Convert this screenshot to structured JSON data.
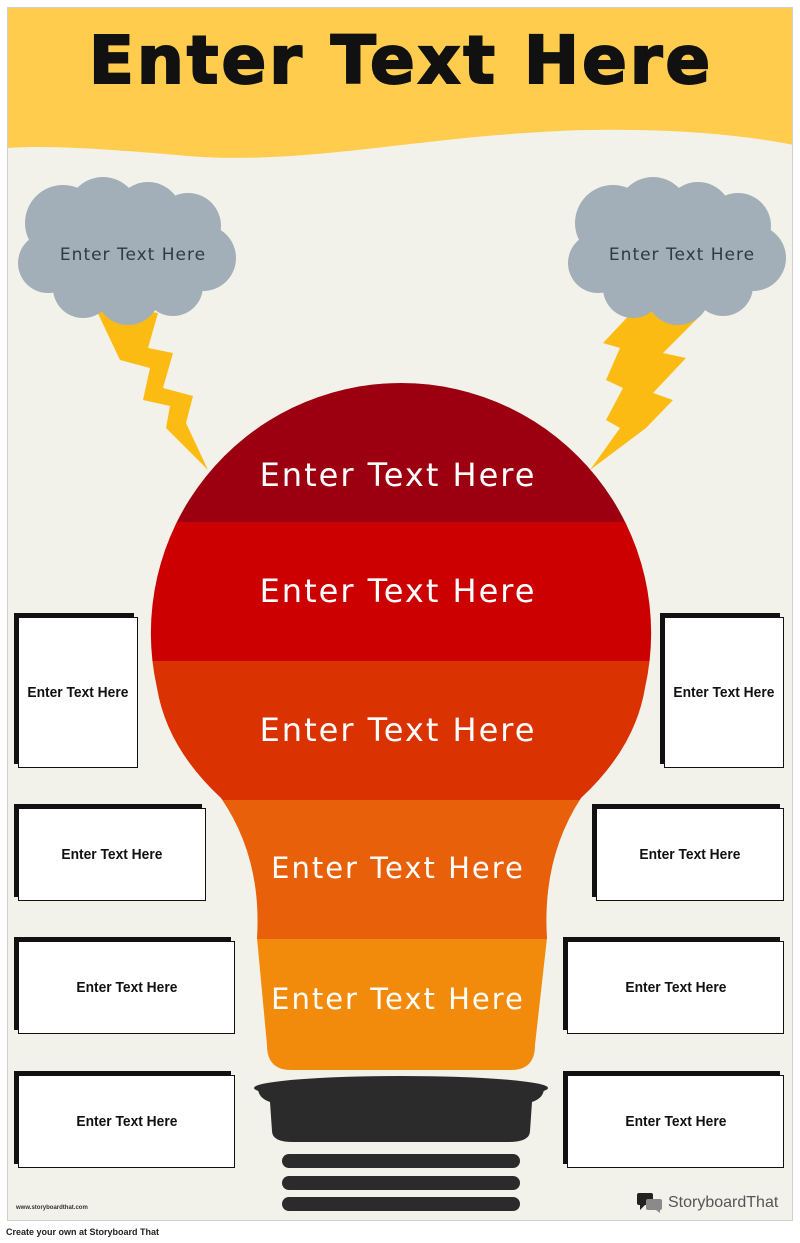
{
  "title": "Enter Text Here",
  "clouds": {
    "left": "Enter Text Here",
    "right": "Enter Text Here"
  },
  "bulb_sections": [
    {
      "text": "Enter Text Here",
      "color": "#9c0010"
    },
    {
      "text": "Enter Text Here",
      "color": "#cc0000"
    },
    {
      "text": "Enter Text Here",
      "color": "#db3202"
    },
    {
      "text": "Enter Text Here",
      "color": "#e8600a"
    },
    {
      "text": "Enter Text Here",
      "color": "#f28b0c"
    }
  ],
  "left_boxes": [
    "Enter Text Here",
    "Enter Text Here",
    "Enter Text Here",
    "Enter Text Here"
  ],
  "right_boxes": [
    "Enter Text Here",
    "Enter Text Here",
    "Enter Text Here",
    "Enter Text Here"
  ],
  "colors": {
    "header": "#ffcc4d",
    "background": "#f2f2ea",
    "cloud": "#a2aeb8",
    "lightning": "#fbbb12",
    "bulb_base": "#2b2b2b"
  },
  "watermark_url": "www.storyboardthat.com",
  "brand_name": "StoryboardThat",
  "footer_text": "Create your own at Storyboard That"
}
